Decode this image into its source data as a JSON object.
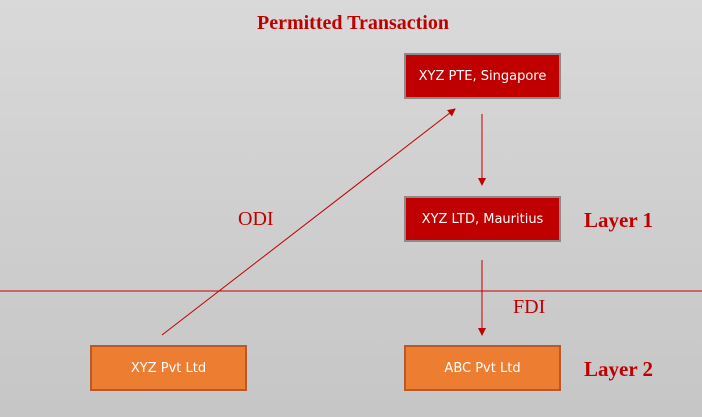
{
  "title": "Permitted Transaction",
  "entities": {
    "singapore": "XYZ PTE, Singapore",
    "mauritius": "XYZ LTD, Mauritius",
    "xyz_pvt": "XYZ Pvt Ltd",
    "abc_pvt": "ABC Pvt Ltd"
  },
  "flows": {
    "odi": "ODI",
    "fdi": "FDI"
  },
  "layers": {
    "layer1": "Layer 1",
    "layer2": "Layer 2"
  },
  "colors": {
    "accent": "#c00000",
    "orange": "#ed7d31"
  }
}
